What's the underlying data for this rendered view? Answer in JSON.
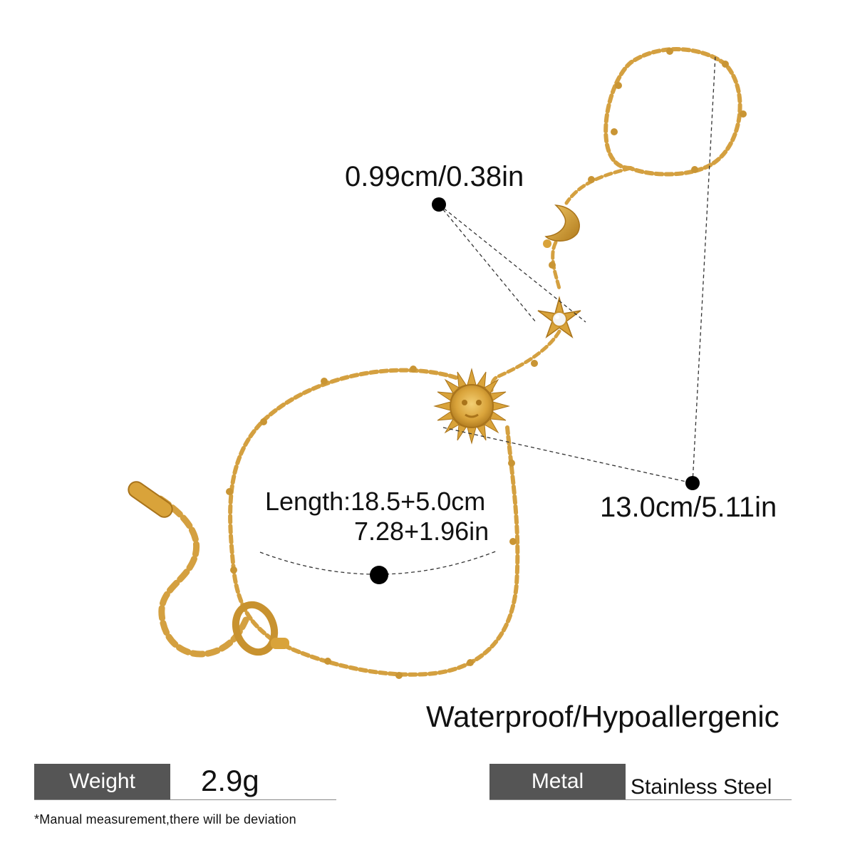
{
  "dimensions": {
    "pendant_size": "0.99cm/0.38in",
    "total_length": "13.0cm/5.11in",
    "bracelet_length_cm": "Length:18.5+5.0cm",
    "bracelet_length_in": "7.28+1.96in"
  },
  "feature": "Waterproof/Hypoallergenic",
  "specs": {
    "weight_label": "Weight",
    "weight_value": "2.9g",
    "metal_label": "Metal",
    "metal_value": "Stainless Steel"
  },
  "note": "*Manual measurement,there will be deviation",
  "colors": {
    "gold": "#D9A33A",
    "gold_dark": "#B07A1C",
    "spec_box": "#555555"
  },
  "icons": [
    "sun-charm-icon",
    "star-charm-icon",
    "moon-charm-icon",
    "lobster-clasp-icon",
    "tag-tab-icon"
  ]
}
